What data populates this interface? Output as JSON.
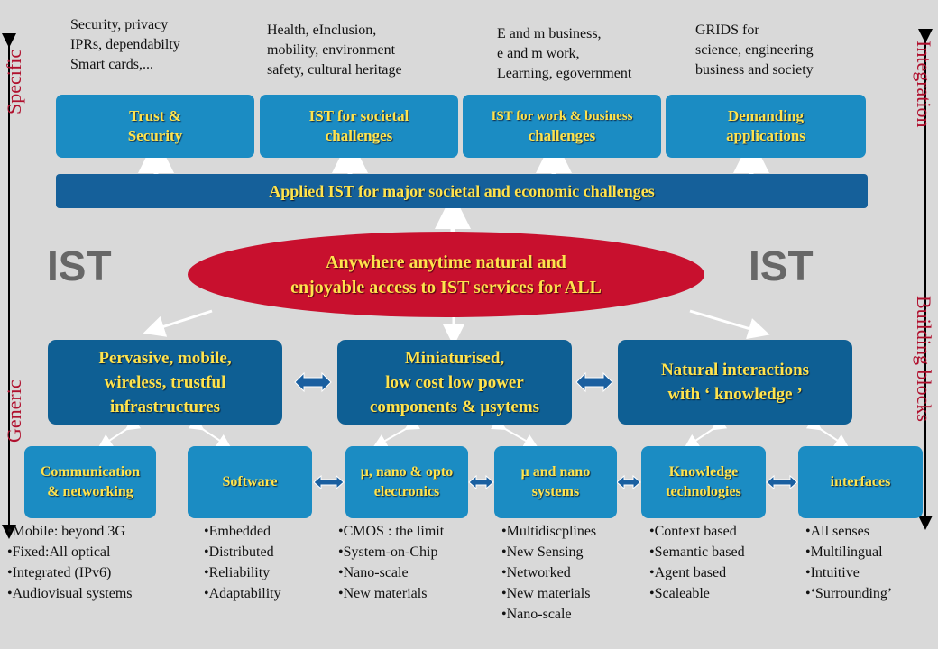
{
  "ist_left": "IST",
  "ist_right": "IST",
  "side": {
    "specific": "Specific",
    "generic": "Generic",
    "integration": "Integration",
    "building_blocks": "Building blocks"
  },
  "top_notes": [
    [
      "Security, privacy",
      "IPRs, dependabilty",
      "Smart cards,..."
    ],
    [
      "Health, eInclusion,",
      "mobility, environment",
      "safety, cultural heritage"
    ],
    [
      "E and m business,",
      "e and m work,",
      "Learning, egovernment"
    ],
    [
      "GRIDS for",
      "science, engineering",
      "business and society"
    ]
  ],
  "top_boxes": [
    [
      "Trust &",
      "Security"
    ],
    [
      "IST for societal",
      "challenges"
    ],
    [
      "IST for work & business",
      "challenges"
    ],
    [
      "Demanding",
      "applications"
    ]
  ],
  "applied_bar": "Applied IST for major societal and economic challenges",
  "central_ellipse": [
    "Anywhere anytime natural and",
    "enjoyable access to IST services for ALL"
  ],
  "mid_boxes": [
    [
      "Pervasive, mobile,",
      "wireless, trustful",
      "infrastructures"
    ],
    [
      "Miniaturised,",
      "low cost low power",
      "components & μsytems"
    ],
    [
      "Natural interactions",
      "with ‘ knowledge ’"
    ]
  ],
  "bottom_boxes": [
    [
      "Communication",
      "& networking"
    ],
    [
      "Software"
    ],
    [
      "μ, nano & opto",
      "electronics"
    ],
    [
      "μ and nano",
      "systems"
    ],
    [
      "Knowledge",
      "technologies"
    ],
    [
      "interfaces"
    ]
  ],
  "bullet_lists": [
    [
      "•Mobile: beyond 3G",
      "•Fixed:All optical",
      "•Integrated (IPv6)",
      "•Audiovisual systems"
    ],
    [
      "•Embedded",
      "•Distributed",
      "•Reliability",
      "•Adaptability"
    ],
    [
      "•CMOS : the limit",
      "•System-on-Chip",
      "•Nano-scale",
      "•New materials"
    ],
    [
      "•Multidiscplines",
      "•New Sensing",
      "•Networked",
      "•New materials",
      "•Nano-scale"
    ],
    [
      "•Context based",
      "•Semantic based",
      "•Agent based",
      "•Scaleable"
    ],
    [
      "•All senses",
      "•Multilingual",
      "•Intuitive",
      "•‘Surrounding’"
    ]
  ],
  "colors": {
    "background": "#d9d9d9",
    "box_light": "#1b8cc3",
    "box_dark": "#0e5f94",
    "label_yellow": "#ffe34d",
    "ellipse_red": "#c8102e",
    "side_red": "#b0102e"
  }
}
